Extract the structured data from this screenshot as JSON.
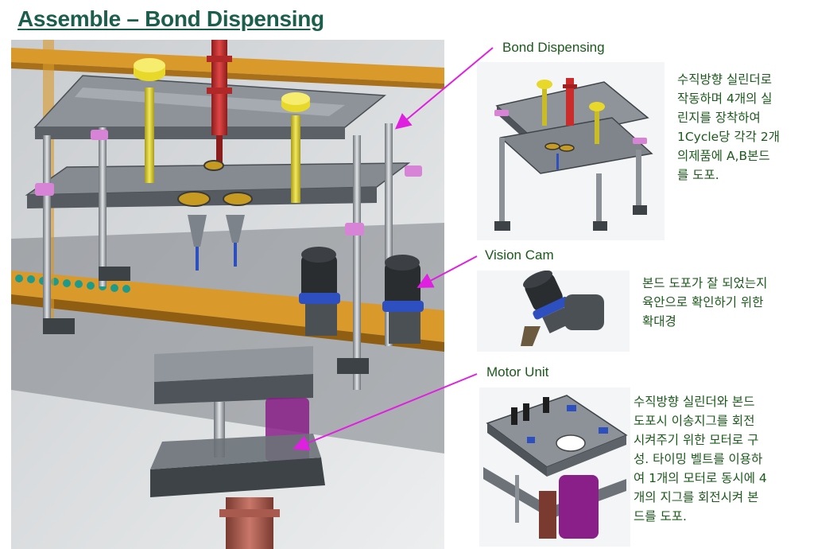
{
  "slide": {
    "title": "Assemble – Bond Dispensing"
  },
  "sections": [
    {
      "label": "Bond Dispensing",
      "description": "수직방향 실린더로\n작동하며 4개의 실\n린지를 장착하여\n1Cycle당 각각 2개\n의제품에  A,B본드\n를 도포."
    },
    {
      "label": "Vision Cam",
      "description": "본드 도포가 잘 되었는지\n육안으로 확인하기 위한\n확대경"
    },
    {
      "label": "Motor Unit",
      "description": "수직방향 실린더와 본드\n도포시 이송지그를 회전\n시켜주기 위한 모터로 구\n성. 타이밍 벨트를 이용하\n여 1개의 모터로 동시에 4\n개의 지그를 회전시켜 본\n드를 도포."
    }
  ],
  "colors": {
    "title": "#1b5e4b",
    "text": "#1a5a1a",
    "arrow": "#e020e0",
    "rail": "#d99a2b",
    "belt": "#1e9a8a",
    "syringe": "#cc2b2b",
    "knob": "#e8d82a",
    "motor": "#8a1f8a",
    "sensor": "#2e4fbf"
  }
}
